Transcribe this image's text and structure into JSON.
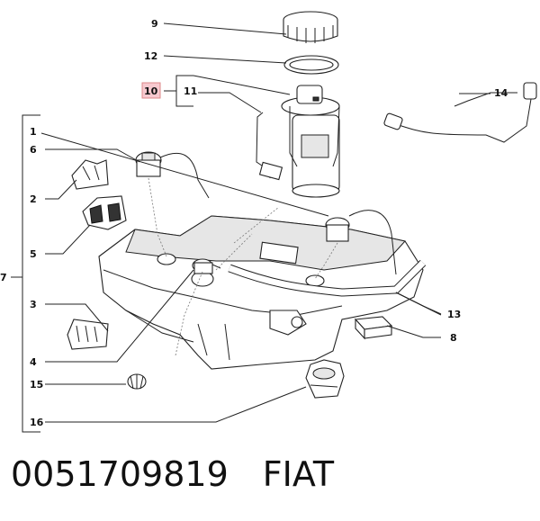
{
  "callouts": {
    "c1": "1",
    "c2": "2",
    "c3": "3",
    "c4": "4",
    "c5": "5",
    "c6": "6",
    "c7": "7",
    "c8": "8",
    "c9": "9",
    "c10": "10",
    "c11": "11",
    "c12": "12",
    "c13": "13",
    "c14": "14",
    "c15": "15",
    "c16": "16"
  },
  "footer": {
    "part_number": "0051709819",
    "brand": "FIAT"
  },
  "colors": {
    "highlight": "#f7c9cf",
    "line": "#222222"
  }
}
